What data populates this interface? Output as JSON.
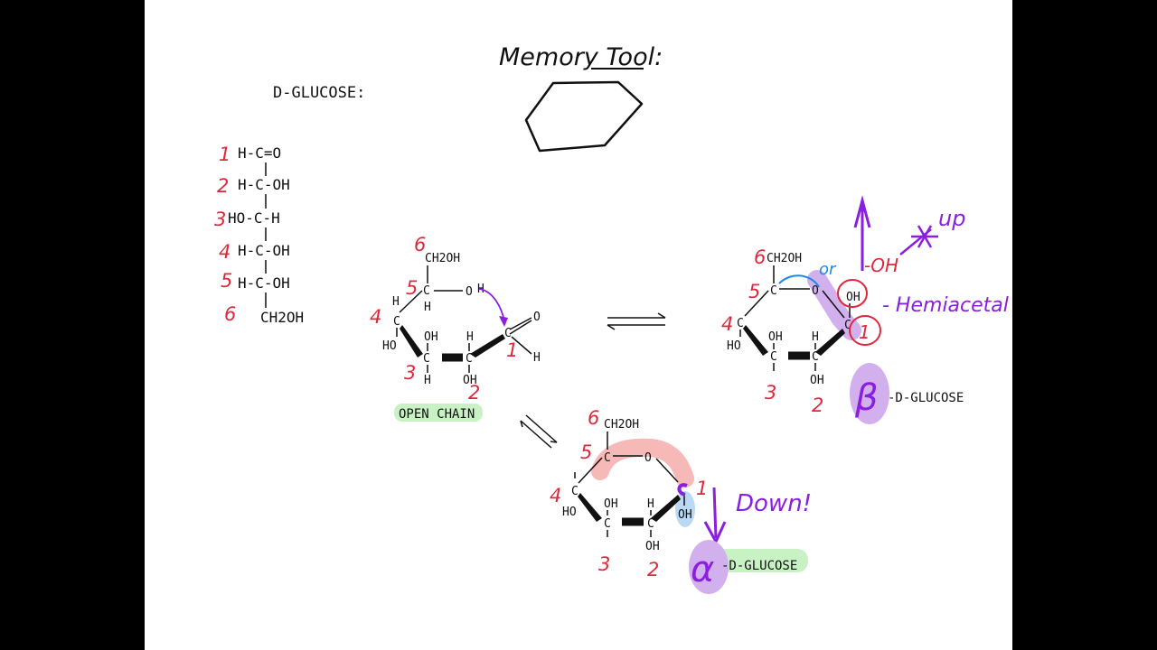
{
  "memory_tool": {
    "title": "Memory Tool:"
  },
  "d_glucose": {
    "heading": "D-GLUCOSE:",
    "fischer_rows": [
      "H-C=O",
      "H-C-OH",
      "HO-C-H",
      "H-C-OH",
      "H-C-OH",
      "CH2OH"
    ],
    "numbers": [
      "1",
      "2",
      "3",
      "4",
      "5",
      "6"
    ]
  },
  "open_chain": {
    "caption": "OPEN CHAIN",
    "atoms": {
      "ch2oh": "CH2OH",
      "c": "C",
      "o": "O",
      "h": "H",
      "oh": "OH",
      "ho": "HO"
    },
    "numbers": [
      "1",
      "2",
      "3",
      "4",
      "5",
      "6"
    ]
  },
  "beta": {
    "letter": "β",
    "label": "-D-GLUCOSE",
    "or_note": "or",
    "oh_note": "-OH",
    "up_note": "up",
    "hemiacetal_note": "- Hemiacetal",
    "carbon_one": "1",
    "numbers": [
      "2",
      "3",
      "4",
      "5",
      "6"
    ]
  },
  "alpha": {
    "letter": "α",
    "label": "-D-GLUCOSE",
    "down_note": "Down!",
    "numbers": [
      "1",
      "2",
      "3",
      "4",
      "5",
      "6"
    ]
  },
  "colors": {
    "ink": "#111111",
    "red_number": "#e0283c",
    "purple": "#8a1fe0",
    "blue": "#1e88e5",
    "green_highlight": "#c8f2c4",
    "pink_highlight": "#f7b8b8",
    "blue_highlight": "#b9d9f5",
    "purple_highlight": "#d2b0ee"
  }
}
